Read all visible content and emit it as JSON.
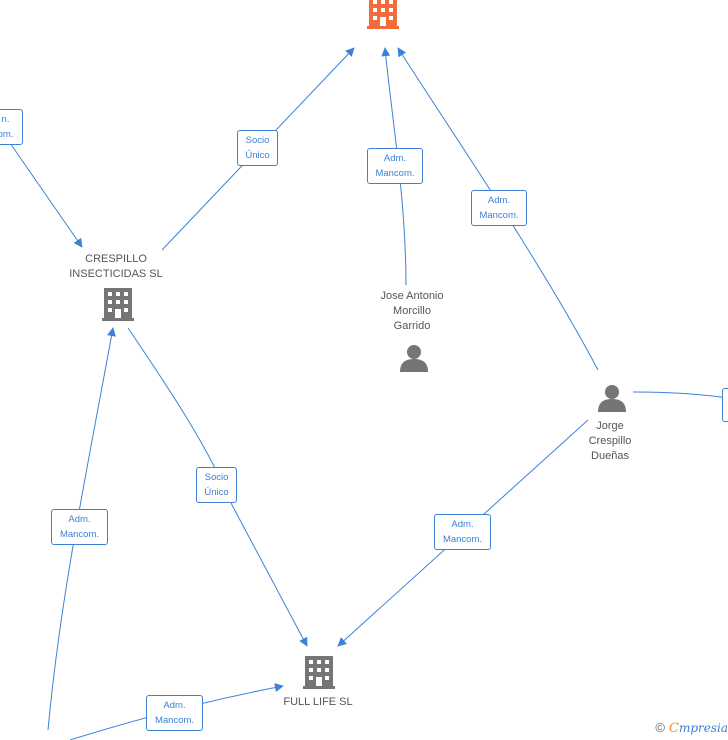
{
  "nodes": {
    "top_company": {
      "icon": "building-icon",
      "color": "#f26b3a"
    },
    "crespillo": {
      "line1": "CRESPILLO",
      "line2": "INSECTICIDAS SL",
      "icon": "building-icon",
      "color": "#757575"
    },
    "jose": {
      "line1": "Jose Antonio",
      "line2": "Morcillo",
      "line3": "Garrido",
      "icon": "person-icon",
      "color": "#757575"
    },
    "jorge": {
      "line1": "Jorge",
      "line2": "Crespillo",
      "line3": "Dueñas",
      "icon": "person-icon",
      "color": "#757575"
    },
    "fulllife": {
      "label": "FULL LIFE  SL",
      "icon": "building-icon",
      "color": "#757575"
    }
  },
  "relations": [
    {
      "id": "rel_offscreen_left",
      "l1": "n.",
      "l2": "om."
    },
    {
      "id": "rel_crespillo_top",
      "l1": "Socio",
      "l2": "Único"
    },
    {
      "id": "rel_jose_top",
      "l1": "Adm.",
      "l2": "Mancom."
    },
    {
      "id": "rel_jorge_top",
      "l1": "Adm.",
      "l2": "Mancom."
    },
    {
      "id": "rel_crespillo_fulllife",
      "l1": "Socio",
      "l2": "Único"
    },
    {
      "id": "rel_offscreen_crespillo",
      "l1": "Adm.",
      "l2": "Mancom."
    },
    {
      "id": "rel_jorge_fulllife",
      "l1": "Adm.",
      "l2": "Mancom."
    },
    {
      "id": "rel_offscreen_fulllife",
      "l1": "Adm.",
      "l2": "Mancom."
    }
  ],
  "footer": {
    "copyright": "©",
    "brand_initial": "C",
    "brand_rest": "mpresia"
  },
  "colors": {
    "edge": "#3b82d6",
    "focus_company": "#f26b3a",
    "node": "#757575"
  }
}
